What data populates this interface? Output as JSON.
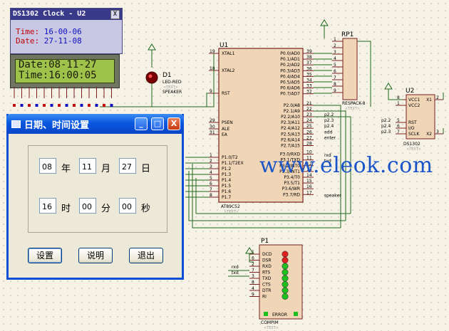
{
  "ds_window": {
    "title": "DS1302 Clock - U2",
    "close": "X",
    "time_label": "Time:",
    "time_value": "16-00-06",
    "date_label": "Date:",
    "date_value": "27-11-08"
  },
  "lcd": {
    "line1": "Date:08-11-27",
    "line2": "Time:16:00:05"
  },
  "dialog": {
    "title": "日期、时间设置",
    "minimize": "_",
    "maximize": "□",
    "close": "X",
    "year": "08",
    "year_label": "年",
    "month": "11",
    "month_label": "月",
    "day": "27",
    "day_label": "日",
    "hour": "16",
    "hour_label": "时",
    "minute": "00",
    "minute_label": "分",
    "second": "00",
    "second_label": "秒",
    "set_button": "设置",
    "help_button": "说明",
    "exit_button": "退出"
  },
  "watermark": "www.eleok.com",
  "schematic": {
    "d1": {
      "ref": "D1",
      "part": "LED-RED",
      "sub": "<TEXT>"
    },
    "speaker_label": "SPEAKER",
    "u1": {
      "ref": "U1",
      "part": "AT89C52",
      "sub": "<TEXT>",
      "left_pins": [
        [
          "19",
          "XTAL1"
        ],
        [
          "18",
          "XTAL2"
        ],
        [
          "9",
          "RST"
        ],
        [
          "29",
          "PSEN"
        ],
        [
          "30",
          "ALE"
        ],
        [
          "31",
          "EA"
        ],
        [
          "1",
          "P1.0/T2"
        ],
        [
          "2",
          "P1.1/T2EX"
        ],
        [
          "3",
          "P1.2"
        ],
        [
          "4",
          "P1.3"
        ],
        [
          "5",
          "P1.4"
        ],
        [
          "6",
          "P1.5"
        ],
        [
          "7",
          "P1.6"
        ],
        [
          "8",
          "P1.7"
        ]
      ],
      "right_pins": [
        [
          "39",
          "P0.0/AD0"
        ],
        [
          "38",
          "P0.1/AD1"
        ],
        [
          "37",
          "P0.2/AD2"
        ],
        [
          "36",
          "P0.3/AD3"
        ],
        [
          "35",
          "P0.4/AD4"
        ],
        [
          "34",
          "P0.5/AD5"
        ],
        [
          "33",
          "P0.6/AD6"
        ],
        [
          "32",
          "P0.7/AD7"
        ],
        [
          "21",
          "P2.0/A8"
        ],
        [
          "22",
          "P2.1/A9"
        ],
        [
          "23",
          "P2.2/A10"
        ],
        [
          "24",
          "P2.3/A11"
        ],
        [
          "25",
          "P2.4/A12"
        ],
        [
          "26",
          "P2.5/A13"
        ],
        [
          "27",
          "P2.6/A14"
        ],
        [
          "28",
          "P2.7/A15"
        ],
        [
          "10",
          "P3.0/RXD"
        ],
        [
          "11",
          "P3.1/TXD"
        ],
        [
          "12",
          "P3.2/INT0"
        ],
        [
          "13",
          "P3.3/INT1"
        ],
        [
          "14",
          "P3.4/T0"
        ],
        [
          "15",
          "P3.5/T1"
        ],
        [
          "16",
          "P3.6/WR"
        ],
        [
          "17",
          "P3.7/RD"
        ]
      ]
    },
    "rp1": {
      "ref": "RP1",
      "part": "RESPACK-8",
      "sub": "<TEXT>",
      "pins": [
        "1",
        "2",
        "3",
        "4",
        "5",
        "6",
        "7",
        "8",
        "9"
      ]
    },
    "u2": {
      "ref": "U2",
      "part": "DS1302",
      "sub": "<TEXT>",
      "left_pins": [
        [
          "8",
          "VCC1"
        ],
        [
          "1",
          "VCC2"
        ],
        [
          "5",
          "RST"
        ],
        [
          "6",
          "I/O"
        ],
        [
          "7",
          "SCLK"
        ]
      ],
      "right_pins": [
        [
          "2",
          "X1"
        ],
        [
          "3",
          "X2"
        ]
      ],
      "net_labels": [
        "p2.2",
        "p2.4",
        "p2.3"
      ]
    },
    "p2_nets": [
      "p2.2",
      "p2.3",
      "p2.4",
      "add",
      "enter"
    ],
    "p3_nets": [
      "rxd",
      "txd",
      "",
      "",
      "",
      "",
      "",
      "speaker"
    ],
    "p1": {
      "ref": "P1",
      "part": "COMPIM",
      "sub": "<TEXT>",
      "pins": [
        "1",
        "6",
        "2",
        "7",
        "3",
        "8",
        "4",
        "9"
      ],
      "labels": [
        "DCD",
        "DSR",
        "RXD",
        "RTS",
        "TXD",
        "CTS",
        "DTR",
        "RI"
      ],
      "nets": [
        "rxd",
        "txd"
      ],
      "error": "ERROR"
    }
  }
}
